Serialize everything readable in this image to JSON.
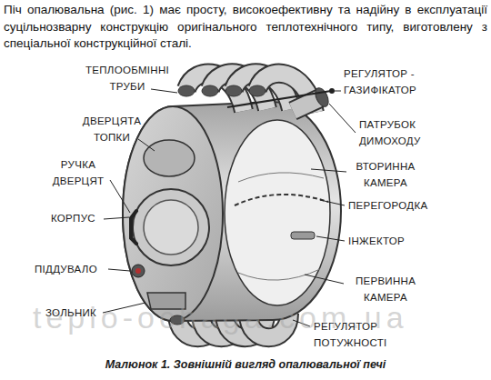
{
  "diagram": {
    "caption": "Малюнок 1. Зовнішній вигляд опалювальної печі",
    "labels": [
      "Піч опалювальна (рис. 1) має просту, високоефективну та надійну в експлуатації суцільнозварну конструкцію оригінального теплотехнічного типу, виготовлену з спеціальної конструкційної сталі.",
      "ТЕПЛООБМІННІ ТРУБИ",
      "РЕГУЛЯТОР - ГАЗИФІКАТОР",
      "ДВЕРЦЯТА ТОПКИ",
      "ПАТРУБОК ДИМОХОДУ",
      "РУЧКА ДВЕРЦЯТ",
      "ВТОРИННА КАМЕРА",
      "ПЕРЕГОРОДКА",
      "КОРПУС",
      "ІНЖЕКТОР",
      "ПІДДУВАЛО",
      "ПЕРВИННА КАМЕРА",
      "ЗОЛЬНИК",
      "РЕГУЛЯТОР ПОТУЖНОСТІ",
      "teplo-ochaga.com.ua"
    ]
  }
}
